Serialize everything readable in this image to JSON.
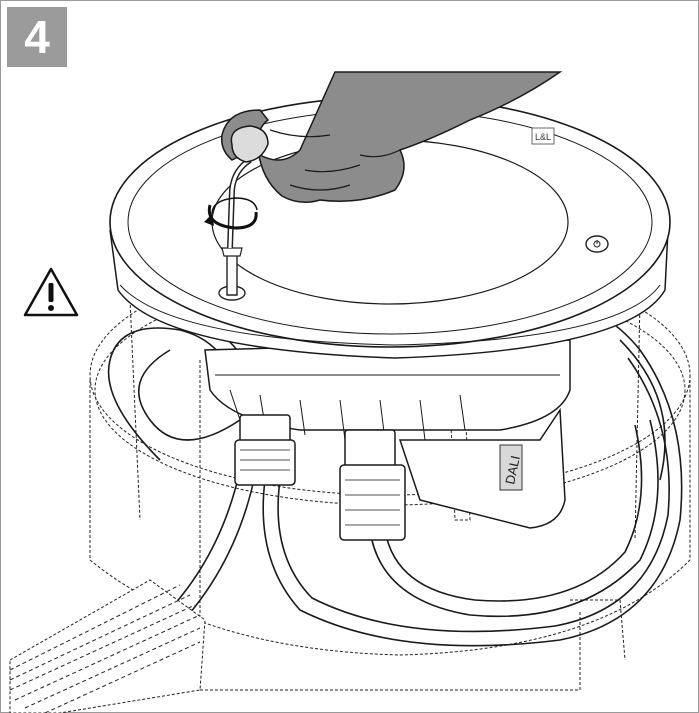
{
  "step": {
    "number": "4"
  },
  "product": {
    "brand_label": "L&L",
    "module_label": "DALI"
  },
  "icons": {
    "warning": "warning-triangle-icon",
    "power": "power-button-icon"
  },
  "colors": {
    "badge_bg": "#9b9b9b",
    "glove": "#8c8c8c",
    "line": "#1a1a1a"
  }
}
